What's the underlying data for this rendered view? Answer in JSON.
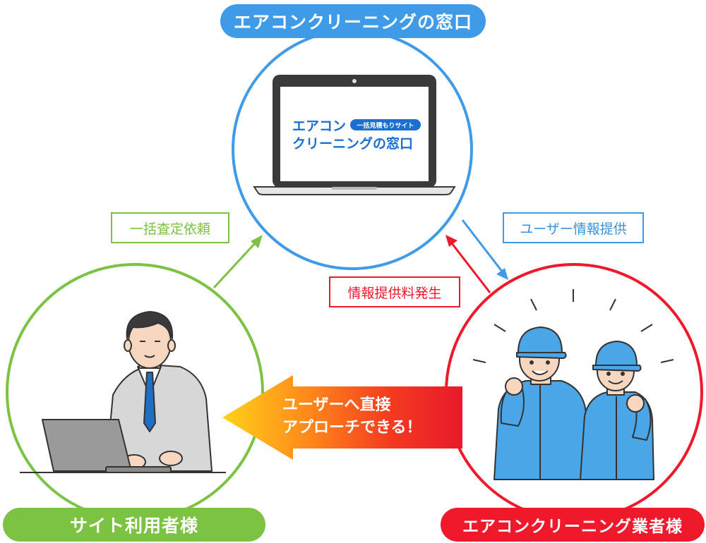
{
  "top_label": "エアコンクリーニングの窓口",
  "left_label": "サイト利用者様",
  "right_label": "エアコンクリーニング業者様",
  "screen": {
    "title_line1": "エアコン",
    "title_line2": "クリーニングの窓口",
    "badge": "一括見積もりサイト"
  },
  "arrows": {
    "request": "一括査定依頼",
    "provide_info": "ユーザー情報提供",
    "fee": "情報提供料発生",
    "approach_line1": "ユーザーへ直接",
    "approach_line2": "アプローチできる！"
  },
  "colors": {
    "blue": "#3f9be8",
    "blue_text": "#3a8fd9",
    "green": "#7cc243",
    "red": "#f0192b"
  }
}
